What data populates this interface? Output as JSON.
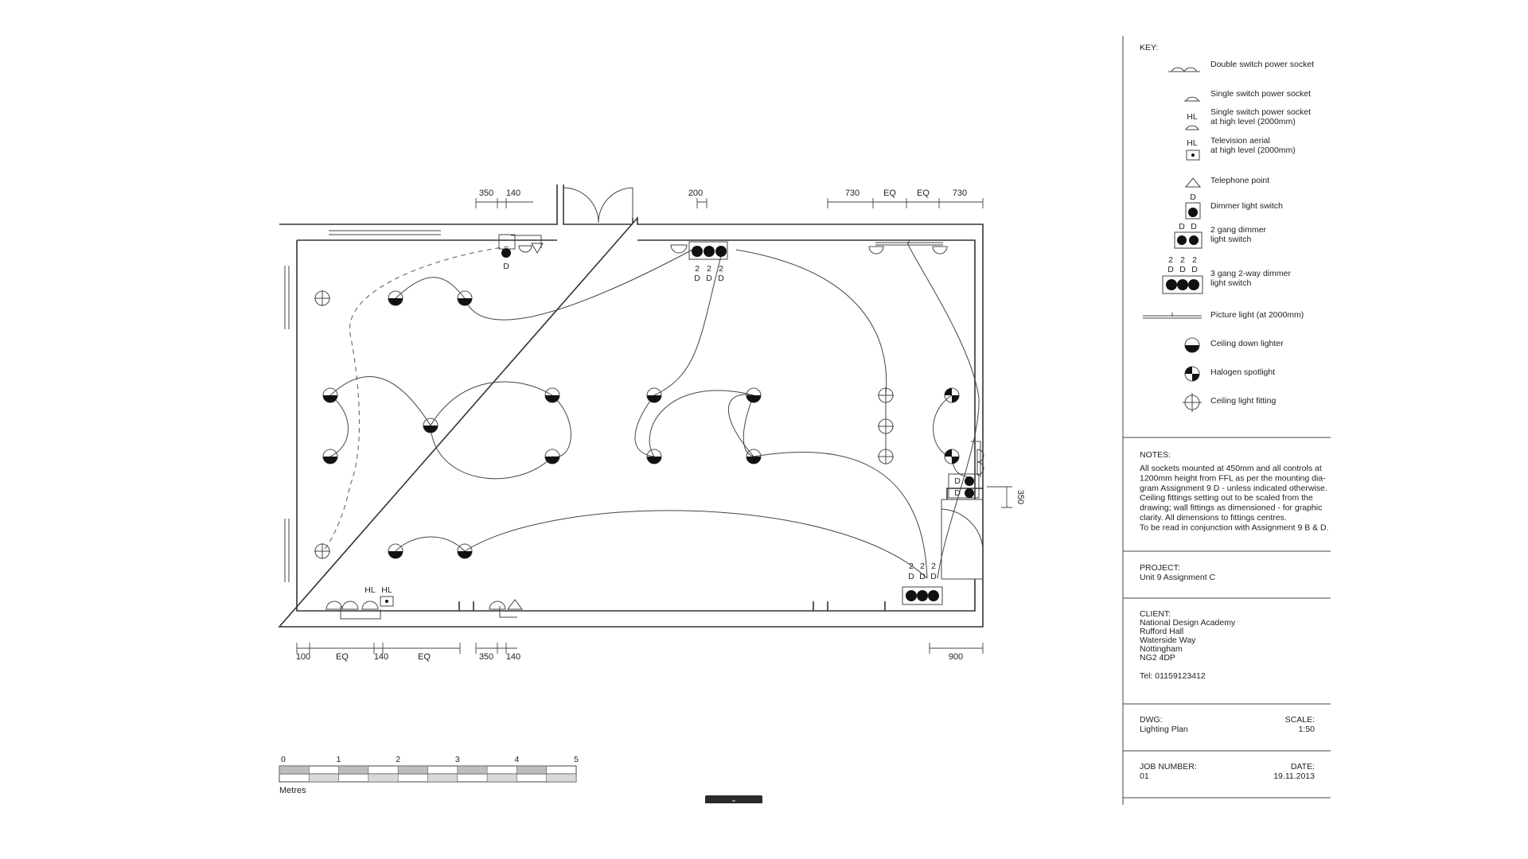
{
  "dimensions": {
    "top": [
      "350",
      "140",
      "200",
      "730",
      "EQ",
      "EQ",
      "730"
    ],
    "bottom": [
      "100",
      "EQ",
      "140",
      "EQ",
      "350",
      "140",
      "900"
    ],
    "right": "350"
  },
  "switch_labels": {
    "d": "D",
    "two": "2",
    "hl": "HL"
  },
  "scale_bar": {
    "ticks": [
      "0",
      "1",
      "2",
      "3",
      "4",
      "5"
    ],
    "unit": "Metres"
  },
  "key": {
    "heading": "KEY:",
    "items": [
      {
        "icon": "double-socket-icon",
        "lines": [
          "Double switch power socket"
        ]
      },
      {
        "icon": "single-socket-icon",
        "lines": [
          "Single switch power socket"
        ]
      },
      {
        "icon": "high-level-socket-icon",
        "lines": [
          "Single switch power socket",
          "at high level (2000mm)"
        ]
      },
      {
        "icon": "tv-aerial-icon",
        "lines": [
          "Television aerial",
          "at high level (2000mm)"
        ]
      },
      {
        "icon": "telephone-point-icon",
        "lines": [
          "Telephone point"
        ]
      },
      {
        "icon": "dimmer-switch-icon",
        "lines": [
          "Dimmer light switch"
        ]
      },
      {
        "icon": "two-gang-dimmer-icon",
        "lines": [
          "2 gang dimmer",
          "light switch"
        ]
      },
      {
        "icon": "three-gang-dimmer-icon",
        "lines": [
          "3 gang 2-way dimmer",
          "light switch"
        ]
      },
      {
        "icon": "picture-light-icon",
        "lines": [
          "Picture light (at 2000mm)"
        ]
      },
      {
        "icon": "down-lighter-icon",
        "lines": [
          "Ceiling down lighter"
        ]
      },
      {
        "icon": "halogen-spotlight-icon",
        "lines": [
          "Halogen spotlight"
        ]
      },
      {
        "icon": "ceiling-fitting-icon",
        "lines": [
          "Ceiling light fitting"
        ]
      }
    ]
  },
  "notes": {
    "heading": "NOTES:",
    "lines": [
      "All sockets mounted at 450mm and all controls at",
      "1200mm height from FFL as per the mounting dia-",
      "gram Assignment 9 D - unless indicated otherwise.",
      "Ceiling fittings setting out to be scaled from the",
      "drawing; wall fittings as dimensioned - for graphic",
      "clarity. All dimensions to fittings centres.",
      "To be read in conjunction with Assignment 9 B & D."
    ]
  },
  "project": {
    "heading": "PROJECT:",
    "value": "Unit 9 Assignment C"
  },
  "client": {
    "heading": "CLIENT:",
    "lines": [
      "National Design Academy",
      "Rufford Hall",
      "Waterside Way",
      "Nottingham",
      "NG2 4DP"
    ],
    "tel": "Tel: 01159123412"
  },
  "drawing": {
    "dwg_label": "DWG:",
    "dwg_value": "Lighting Plan",
    "scale_label": "SCALE:",
    "scale_value": "1:50"
  },
  "job": {
    "job_label": "JOB NUMBER:",
    "job_value": "01",
    "date_label": "DATE:",
    "date_value": "19.11.2013"
  },
  "colors": {
    "line": "#333333",
    "fill": "#111111",
    "background": "#ffffff"
  }
}
